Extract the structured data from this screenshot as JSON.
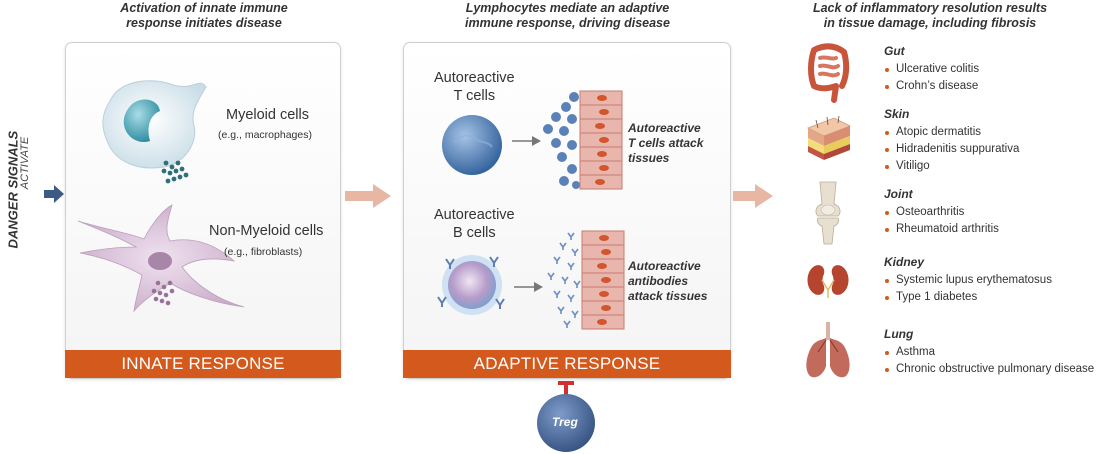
{
  "side": {
    "title": "DANGER SIGNALS",
    "subtitle": "ACTIVATE"
  },
  "innate": {
    "heading": "Activation of innate immune response initiates disease",
    "heading_line1": "Activation of innate immune",
    "heading_line2": "response initiates disease",
    "myeloid_label": "Myeloid cells",
    "myeloid_sub": "(e.g., macrophages)",
    "nonmyeloid_label": "Non-Myeloid cells",
    "nonmyeloid_sub": "(e.g., fibroblasts)",
    "banner": "INNATE RESPONSE"
  },
  "adaptive": {
    "heading_line1": "Lymphocytes mediate an adaptive",
    "heading_line2": "immune response, driving disease",
    "t_label_line1": "Autoreactive",
    "t_label_line2": "T cells",
    "t_effect_line1": "Autoreactive",
    "t_effect_line2": "T cells attack",
    "t_effect_line3": "tissues",
    "b_label_line1": "Autoreactive",
    "b_label_line2": "B cells",
    "b_effect_line1": "Autoreactive",
    "b_effect_line2": "antibodies",
    "b_effect_line3": "attack tissues",
    "banner": "ADAPTIVE RESPONSE",
    "treg": "Treg"
  },
  "outcome": {
    "heading_line1": "Lack of inflammatory resolution results",
    "heading_line2": "in tissue damage, including fibrosis",
    "organs": [
      {
        "name": "Gut",
        "icon": "intestine-icon",
        "diseases": [
          "Ulcerative colitis",
          "Crohn’s disease"
        ]
      },
      {
        "name": "Skin",
        "icon": "skin-layers-icon",
        "diseases": [
          "Atopic dermatitis",
          "Hidradenitis suppurativa",
          "Vitiligo"
        ]
      },
      {
        "name": "Joint",
        "icon": "knee-joint-icon",
        "diseases": [
          "Osteoarthritis",
          "Rheumatoid arthritis"
        ]
      },
      {
        "name": "Kidney",
        "icon": "kidney-icon",
        "diseases": [
          "Systemic lupus erythematosus",
          "Type 1 diabetes"
        ]
      },
      {
        "name": "Lung",
        "icon": "lungs-icon",
        "diseases": [
          "Asthma",
          "Chronic obstructive pulmonary disease"
        ]
      }
    ]
  },
  "colors": {
    "accent": "#d35a1c",
    "arrow": "#e8b7a3",
    "dark_arrow": "#3b5a84",
    "treg": "#4c6697",
    "tcell": "#5b82b8"
  }
}
